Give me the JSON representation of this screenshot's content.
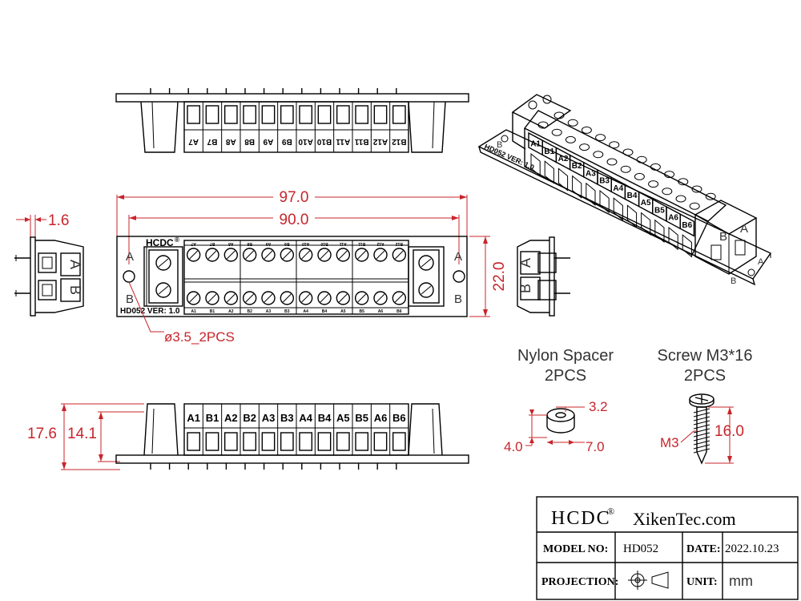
{
  "top_view": {
    "pins_top_flipped": [
      "A7",
      "B7",
      "A8",
      "B8",
      "A9",
      "B9",
      "A10",
      "B10",
      "A11",
      "B11",
      "A12",
      "B12"
    ]
  },
  "front_view": {
    "overall_width": "97.0",
    "hole_spacing": "90.0",
    "height": "22.0",
    "brand": "HCDC",
    "brand_mark": "®",
    "model_label": "HD052  VER: 1.0",
    "side_a": "A",
    "side_b": "B",
    "hole_callout": "ø3.5_2PCS",
    "pins_top_row": [
      "A7",
      "B7",
      "A8",
      "B8",
      "A9",
      "B9",
      "A10",
      "B10",
      "A11",
      "B11",
      "A12",
      "B12"
    ],
    "pins_bottom_row": [
      "A1",
      "B1",
      "A2",
      "B2",
      "A3",
      "B3",
      "A4",
      "B4",
      "A5",
      "B5",
      "A6",
      "B6"
    ]
  },
  "side_view": {
    "thickness": "1.6",
    "label_a": "A",
    "label_b": "B"
  },
  "bottom_view": {
    "total_height": "17.6",
    "terminal_height": "14.1",
    "pins": [
      "A1",
      "B1",
      "A2",
      "B2",
      "A3",
      "B3",
      "A4",
      "B4",
      "A5",
      "B5",
      "A6",
      "B6"
    ]
  },
  "iso_view": {
    "pins": [
      "A1",
      "B1",
      "A2",
      "B2",
      "A3",
      "B3",
      "A4",
      "B4",
      "A5",
      "B5",
      "A6",
      "B6"
    ],
    "side_a": "A",
    "side_b": "B",
    "board_label": "HD052  VER: 1.0"
  },
  "accessories": {
    "spacer_title": "Nylon Spacer",
    "spacer_qty": "2PCS",
    "spacer_inner": "3.2",
    "spacer_height": "4.0",
    "spacer_outer": "7.0",
    "screw_title": "Screw M3*16",
    "screw_qty": "2PCS",
    "screw_thread": "M3",
    "screw_length": "16.0"
  },
  "title_block": {
    "brand": "HCDC",
    "brand_mark": "®",
    "website": "XikenTec.com",
    "model_label": "MODEL NO:",
    "model_value": "HD052",
    "date_label": "DATE:",
    "date_value": "2022.10.23",
    "projection_label": "PROJECTION:",
    "unit_label": "UNIT:",
    "unit_value": "mm"
  }
}
